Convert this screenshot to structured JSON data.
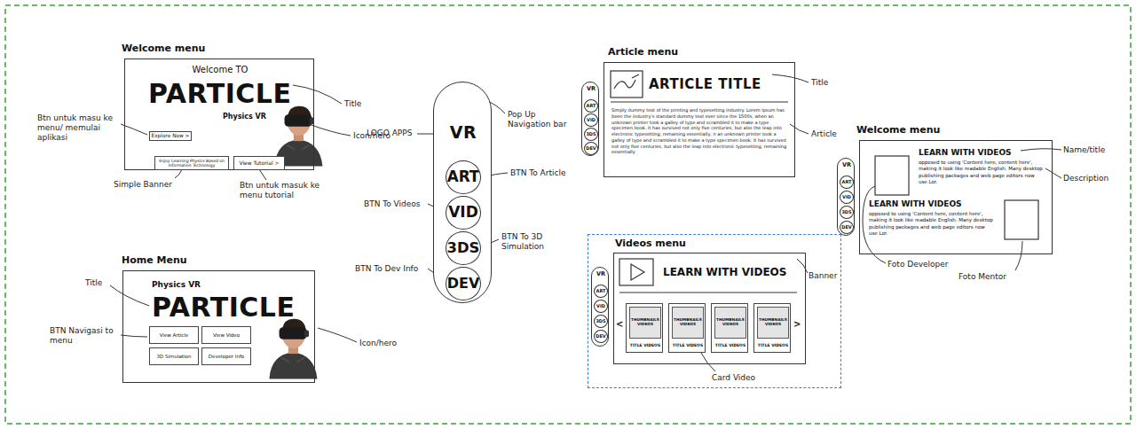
{
  "diagram": {
    "nodes": [
      {
        "text": [
          "Welcome menu",
          "Welcome TO",
          "PARTICLE",
          "Physics VR"
        ]
      },
      {
        "text": [
          "Explore Now >"
        ],
        "in": 0
      },
      {
        "text": [
          "Enjoy Learning Physics Based on Information Technology"
        ],
        "in": 0
      },
      {
        "text": [
          "View Tutorial >"
        ],
        "in": 0
      },
      {
        "text": [
          "Home Menu",
          "Physics VR",
          "PARTICLE"
        ]
      },
      {
        "text": [
          "View Article"
        ],
        "in": 4
      },
      {
        "text": [
          "View Video"
        ],
        "in": 4
      },
      {
        "text": [
          "3D Simulation"
        ],
        "in": 4
      },
      {
        "text": [
          "Developer Info"
        ],
        "in": 4
      },
      {
        "text": [
          "VR"
        ]
      },
      {
        "text": [
          "ART"
        ],
        "in": 9
      },
      {
        "text": [
          "VID"
        ],
        "in": 9
      },
      {
        "text": [
          "3DS"
        ],
        "in": 9
      },
      {
        "text": [
          "DEV"
        ],
        "in": 9
      },
      {
        "text": [
          "Article menu",
          "ARTICLE TITLE",
          "Simply dummy text of the printing and typesetting industry. Lorem Ipsum has been the industry's standard dummy text ever since the 1500s, when an unknown printer took a galley of type and scrambled it to make a type specimen book. It has survived not only five centuries, but also the leap into electronic typesetting, remaining essentially, n an unknown printer took a galley of type and scrambled it to make a type specimen book. It has survived not only five centuries, but also the leap into electronic typesetting, remaining essentially"
        ]
      },
      {
        "text": [
          "VR"
        ]
      },
      {
        "text": [
          "ART"
        ],
        "in": 15
      },
      {
        "text": [
          "VID"
        ],
        "in": 15
      },
      {
        "text": [
          "3DS"
        ],
        "in": 15
      },
      {
        "text": [
          "DEV"
        ],
        "in": 15
      },
      {
        "text": [
          "Videos menu"
        ]
      },
      {
        "text": [
          "LEARN WITH VIDEOS"
        ],
        "in": 20
      },
      {
        "text": [
          "VR"
        ],
        "in": 20
      },
      {
        "text": [
          "ART"
        ],
        "in": 22
      },
      {
        "text": [
          "VID"
        ],
        "in": 22
      },
      {
        "text": [
          "3DS"
        ],
        "in": 22
      },
      {
        "text": [
          "DEV"
        ],
        "in": 22
      },
      {
        "text": [
          "TITLE VIDEOS"
        ],
        "in": 21
      },
      {
        "text": [
          "THUMBNAILS VIDEOS"
        ],
        "in": 27
      },
      {
        "text": [
          "TITLE VIDEOS"
        ],
        "in": 21
      },
      {
        "text": [
          "THUMBNAILS VIDEOS"
        ],
        "in": 29
      },
      {
        "text": [
          "TITLE VIDEOS"
        ],
        "in": 21
      },
      {
        "text": [
          "THUMBNAILS VIDEOS"
        ],
        "in": 31
      },
      {
        "text": [
          "TITLE VIDEOS"
        ],
        "in": 21
      },
      {
        "text": [
          "THUMBNAILS VIDEOS"
        ],
        "in": 33
      },
      {
        "text": [
          "Welcome menu",
          "LEARN WITH VIDEOS",
          "opposed to using 'Content here, content here', making it look like readable English. Many desktop publishing packages and web page editors now use Lor.",
          "LEARN WITH VIDEOS",
          "opposed to using 'Content here, content here', making it look like readable English. Many desktop publishing packages and web page editors now use Lor."
        ]
      },
      {
        "text": [
          "VR"
        ]
      },
      {
        "text": [
          "ART"
        ],
        "in": 36
      },
      {
        "text": [
          "VID"
        ],
        "in": 36
      },
      {
        "text": [
          "3DS"
        ],
        "in": 36
      },
      {
        "text": [
          "DEV"
        ],
        "in": 36
      }
    ],
    "labels": [
      "Title",
      "Icon/hero",
      "Btn untuk masu ke menu/ memulai aplikasi",
      "Simple Banner",
      "Btn untuk masuk ke menu tutorial",
      "Title",
      "BTN Navigasi to menu",
      "Icon/hero",
      "Pop Up Navigation bar",
      "LOGO APPS",
      "BTN To Article",
      "BTN To Videos",
      "BTN To 3D Simulation",
      "BTN To Dev Info",
      "Title",
      "Article",
      "Banner",
      "Card Video",
      "<",
      ">",
      "Name/title",
      "Description",
      "Foto Developer",
      "Foto Mentor"
    ]
  }
}
